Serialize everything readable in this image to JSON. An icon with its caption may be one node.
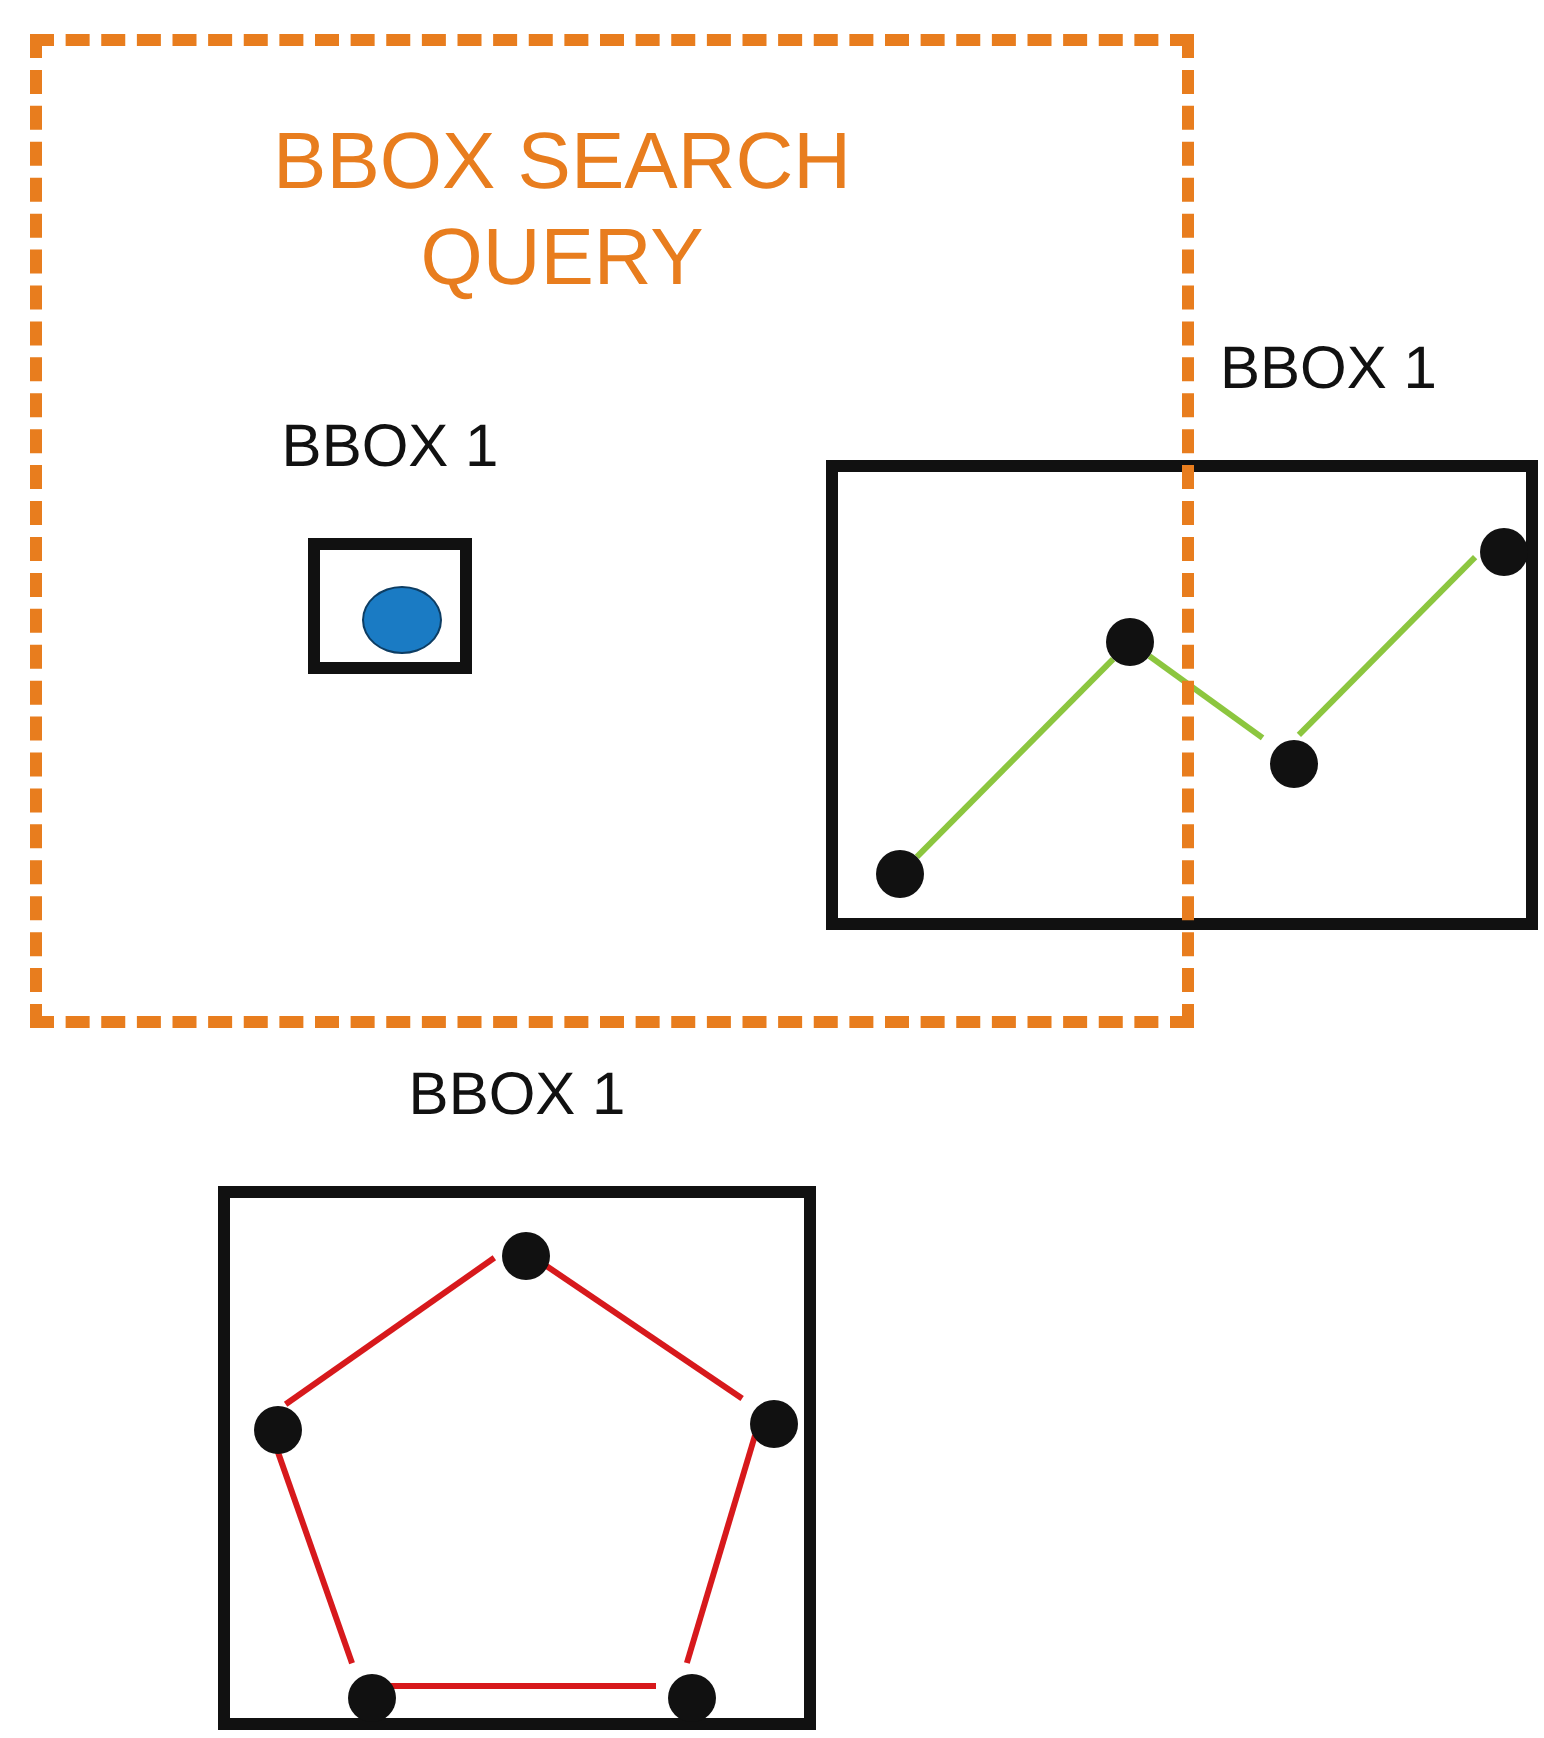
{
  "diagram": {
    "nodes": [
      {
        "text": [
          "BBOX SEARCH QUERY"
        ]
      },
      {
        "text": [
          "BBOX 1"
        ],
        "in": 0
      },
      {
        "text": [],
        "shape": "circle",
        "in": 1
      },
      {
        "text": [
          "BBOX 1"
        ]
      },
      {
        "text": [],
        "shape": "circle"
      },
      {
        "text": [],
        "shape": "circle"
      },
      {
        "text": [],
        "shape": "circle",
        "in": 3
      },
      {
        "text": [],
        "shape": "circle",
        "in": 3
      },
      {
        "text": [
          "BBOX 1"
        ]
      },
      {
        "text": [],
        "shape": "circle",
        "in": 8
      },
      {
        "text": [],
        "shape": "circle",
        "in": 8
      },
      {
        "text": [],
        "shape": "circle",
        "in": 8
      },
      {
        "text": [],
        "shape": "circle",
        "in": 8
      },
      {
        "text": [],
        "shape": "circle",
        "in": 8
      }
    ],
    "edges": [
      {
        "from": 4,
        "to": 5,
        "arrow": "none",
        "color": "#8cc63f"
      },
      {
        "from": 5,
        "to": 6,
        "arrow": "none",
        "color": "#8cc63f"
      },
      {
        "from": 6,
        "to": 7,
        "arrow": "none",
        "color": "#8cc63f"
      },
      {
        "from": 9,
        "to": 11,
        "arrow": "none",
        "color": "#d7191c"
      },
      {
        "from": 11,
        "to": 13,
        "arrow": "none",
        "color": "#d7191c"
      },
      {
        "from": 13,
        "to": 12,
        "arrow": "none",
        "color": "#d7191c"
      },
      {
        "from": 12,
        "to": 10,
        "arrow": "none",
        "color": "#d7191c"
      },
      {
        "from": 10,
        "to": 9,
        "arrow": "none",
        "color": "#d7191c"
      }
    ]
  }
}
